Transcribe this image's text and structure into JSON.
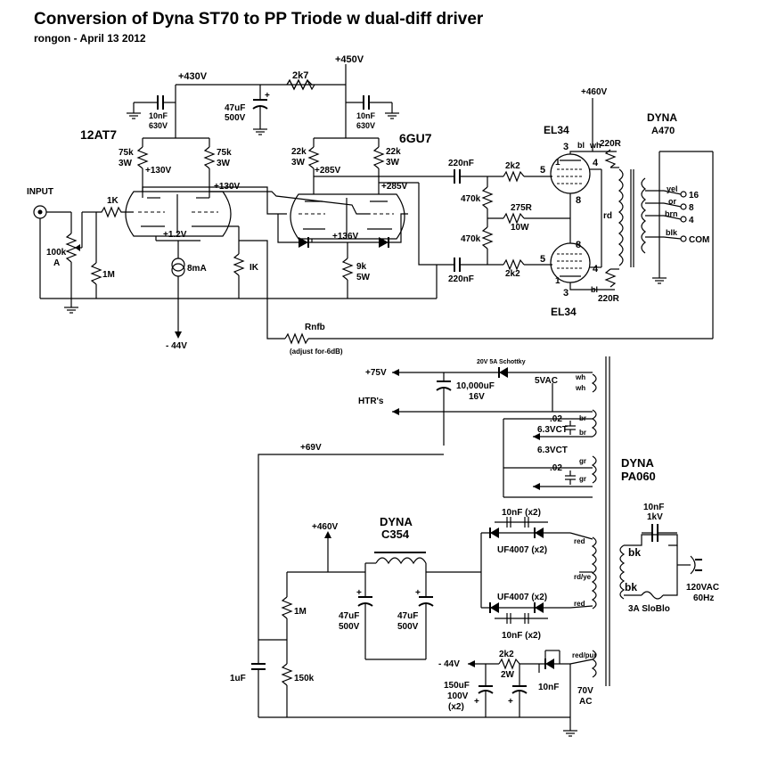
{
  "title": "Conversion of Dyna ST70 to PP Triode w dual-diff driver",
  "subtitle": "rongon - April 13 2012",
  "labels": {
    "v430": "+430V",
    "v450": "+450V",
    "r2k7": "2k7",
    "c10nf_a": "10nF",
    "c630_a": "630V",
    "c47uf_top": "47uF",
    "c500_top": "500V",
    "c10nf_b": "10nF",
    "c630_b": "630V",
    "tube1": "12AT7",
    "tube2": "6GU7",
    "r75k_a": "75k",
    "r3w_a": "3W",
    "r75k_b": "75k",
    "r3w_b": "3W",
    "r22k_a": "22k",
    "r3w_c": "3W",
    "r22k_b": "22k",
    "r3w_d": "3W",
    "v130_a": "+130V",
    "v130_b": "+130V",
    "v285_a": "+285V",
    "v285_b": "+285V",
    "input": "INPUT",
    "r1k_a": "1K",
    "pot": "100k",
    "pot_a": "A",
    "r1m_in": "1M",
    "v1_2": "+1.2V",
    "i8ma": "8mA",
    "r1k_b": "IK",
    "v44_a": "- 44V",
    "v136": "+136V",
    "r9k": "9k",
    "r5w": "5W",
    "c220_a": "220nF",
    "c220_b": "220nF",
    "r470_a": "470k",
    "r470_b": "470k",
    "r275": "275R",
    "r10w": "10W",
    "r2k2_a": "2k2",
    "r2k2_b": "2k2",
    "v460_a": "+460V",
    "el34_a": "EL34",
    "el34_b": "EL34",
    "pin3_a": "3",
    "pin5_a": "5",
    "pin1_a": "1",
    "pin8_a": "8",
    "pin4_a": "4",
    "pin8_b": "8",
    "pin5_b": "5",
    "pin1_b": "1",
    "pin4_b": "4",
    "pin3_b": "3",
    "bl_a": "bl",
    "wh_a": "wh",
    "rd_a": "rd",
    "bl_b": "bl",
    "r220_a": "220R",
    "r220_b": "220R",
    "dyna1": "DYNA",
    "a470": "A470",
    "yel": "yel",
    "tap16": "16",
    "or": "or",
    "tap8": "8",
    "brn": "brn",
    "tap4": "4",
    "blk": "blk",
    "com": "COM",
    "rnfb": "Rnfb",
    "adjust": "(adjust for-6dB)",
    "schottky": "20V 5A Schottky",
    "v75": "+75V",
    "c10000": "10,000uF",
    "v16": "16V",
    "vac5": "5VAC",
    "wh_b": "wh",
    "wh_c": "wh",
    "htr": "HTR's",
    "v63_a": "6.3VCT",
    "c02_a": ".02",
    "br_a": "br",
    "br_b": "br",
    "v63_b": "6.3VCT",
    "c02_b": ".02",
    "gr_a": "gr",
    "gr_b": "gr",
    "v69": "+69V",
    "dyna2": "DYNA",
    "pa060": "PA060",
    "c10n_1kv": "10nF",
    "kv1": "1kV",
    "bk_a": "bk",
    "bk_b": "bk",
    "vac120": "120VAC",
    "hz60": "60Hz",
    "fuse": "3A SloBlo",
    "v460_b": "+460V",
    "dyna3": "DYNA",
    "c354": "C354",
    "c10nx2_a": "10nF (x2)",
    "uf_a": "UF4007 (x2)",
    "uf_b": "UF4007 (x2)",
    "c10nx2_b": "10nF (x2)",
    "red_a": "red",
    "rdye": "rd/ye",
    "red_b": "red",
    "redpur": "red/pur",
    "r1m_ps": "1M",
    "r150k": "150k",
    "c1uf": "1uF",
    "c47_a": "47uF",
    "c500_a": "500V",
    "c47_b": "47uF",
    "c500_b": "500V",
    "v44_b": "- 44V",
    "r2k2_c": "2k2",
    "r2w": "2W",
    "c150": "150uF",
    "c100v": "100V",
    "cx2": "(x2)",
    "c10nf_c": "10nF",
    "v70ac": "70V",
    "ac": "AC"
  }
}
